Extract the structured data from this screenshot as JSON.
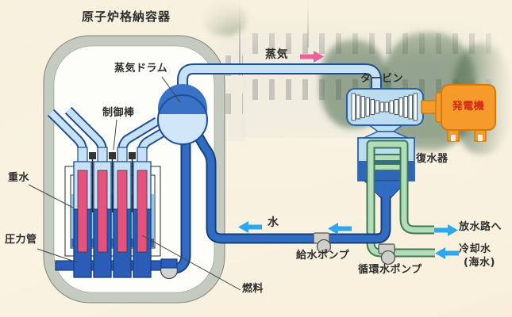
{
  "diagram": {
    "type": "nuclear-power-plant-schematic",
    "labels": {
      "containment": "原子炉格納容器",
      "steam_drum": "蒸気ドラム",
      "control_rods": "制御棒",
      "heavy_water": "重水",
      "pressure_tube": "圧力管",
      "fuel": "燃料",
      "steam": "蒸気",
      "turbine": "タービン",
      "generator": "発電機",
      "condenser": "復水器",
      "water": "水",
      "feedwater_pump": "給水ポンプ",
      "circulating_pump": "循環水ポンプ",
      "discharge_channel": "放水路へ",
      "cooling_water": "冷却水",
      "cooling_water_source": "(海水)"
    },
    "flow_arrows": [
      {
        "name": "steam-flow-arrow",
        "label": "蒸気",
        "direction": "right"
      },
      {
        "name": "water-flow-arrow",
        "label": "水",
        "direction": "left"
      },
      {
        "name": "feedwater-flow-arrow",
        "direction": "left"
      },
      {
        "name": "discharge-flow-arrow",
        "label": "放水路へ",
        "direction": "right"
      },
      {
        "name": "cooling-intake-flow-arrow",
        "label": "冷却水(海水)",
        "direction": "left"
      }
    ],
    "icons": {
      "steam_flow_arrow": "→",
      "water_flow_arrow": "←",
      "discharge_flow_arrow": "→",
      "cooling_flow_arrow": "←",
      "pump_icon": "●"
    },
    "colors": {
      "steam_arrow": "#ee5f9e",
      "water_arrow": "#2ea7ee",
      "generator_body": "#f59a2b",
      "generator_text": "#d6251a",
      "fuel_rod": "#e7517d",
      "heavy_water": "#8fc9e9",
      "steam_pipe": "#c7e2f6",
      "water_pipe": "#2f6cc2",
      "seawater_pipe": "#b2dcba",
      "condenser_shell": "#bcdcf2",
      "containment_wall": "#c6cbc2"
    }
  }
}
